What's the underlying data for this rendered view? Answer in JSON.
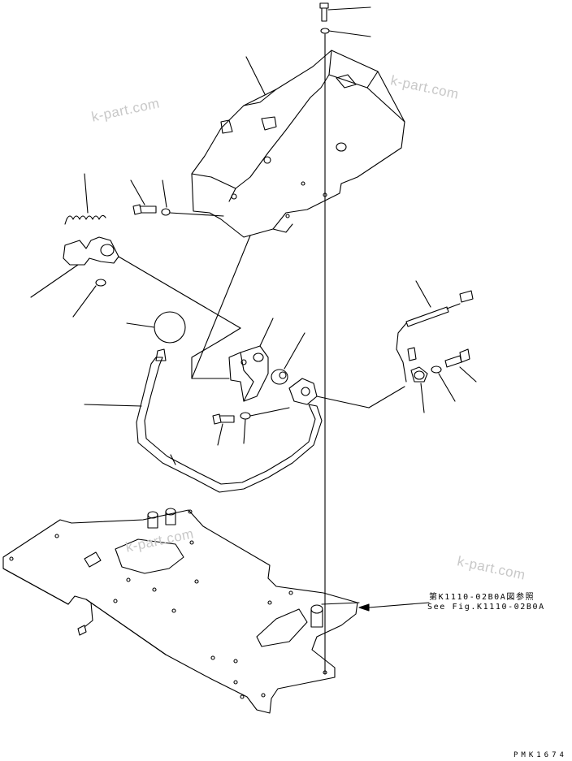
{
  "watermarks": [
    "k-part.com",
    "k-part.com",
    "k-part.com",
    "k-part.com"
  ],
  "reference": {
    "line_jp": "第K1110-02B0A図参照",
    "line_en": "See Fig.K1110-02B0A"
  },
  "drawing_code": "PMK1674",
  "colors": {
    "line": "#000000",
    "watermark": "#c8c8c8",
    "background": "#ffffff"
  }
}
